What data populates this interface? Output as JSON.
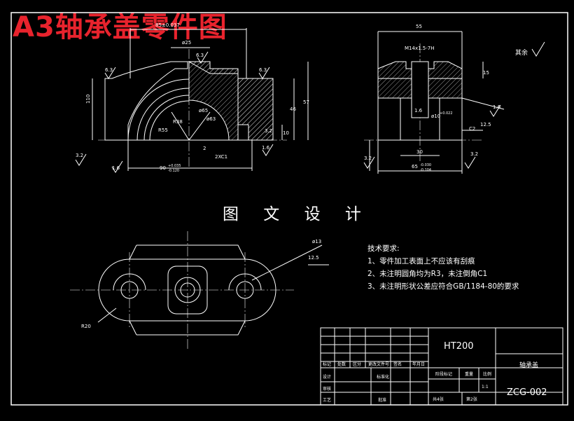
{
  "banner": {
    "title": "A3轴承盖零件图"
  },
  "drawing": {
    "center_title": "图 文 设 计",
    "surface_rest": "其余",
    "front_view": {
      "dims": [
        "85±0.037",
        "ø25",
        "6.3",
        "6.3",
        "6.3",
        "110",
        "57",
        "46",
        "R55",
        "R38",
        "ø65",
        "ø63",
        "3.2",
        "10",
        "2",
        "2XC1",
        "1.6",
        "90",
        "3.2",
        "1.6"
      ],
      "tol_90": [
        "+0.035",
        "-0.120"
      ]
    },
    "side_view": {
      "dims": [
        "55",
        "M14x1.5-7H",
        "15",
        "1.6",
        "ø10",
        "1.6",
        "C2",
        "12.5",
        "30",
        "3.2",
        "65",
        "3.2"
      ],
      "tol_10": "+0.022",
      "tol_65": [
        "-0.030",
        "-0.104"
      ]
    },
    "top_view": {
      "dims": [
        "ø13",
        "12.5",
        "R20"
      ]
    }
  },
  "notes": {
    "heading": "技术要求:",
    "items": [
      "1、零件加工表面上不应该有刮痕",
      "2、未注明圆角均为R3，未注倒角C1",
      "3、未注明形状公差应符合GB/1184-80的要求"
    ]
  },
  "title_block": {
    "material": "HT200",
    "part_name": "轴承盖",
    "drawing_no": "ZCG-002",
    "scale": "1:1",
    "sheets": "共4张",
    "sheet_no": "第2张",
    "row_labels": [
      "标记",
      "处数",
      "区分",
      "更改文件号",
      "签名",
      "年月日"
    ],
    "stage_mark": "阶段标记",
    "weight": "重量",
    "scale_label": "比例",
    "designer": "设计",
    "standardize": "标准化",
    "reviewer": "审核",
    "process": "工艺",
    "approve": "批准"
  }
}
